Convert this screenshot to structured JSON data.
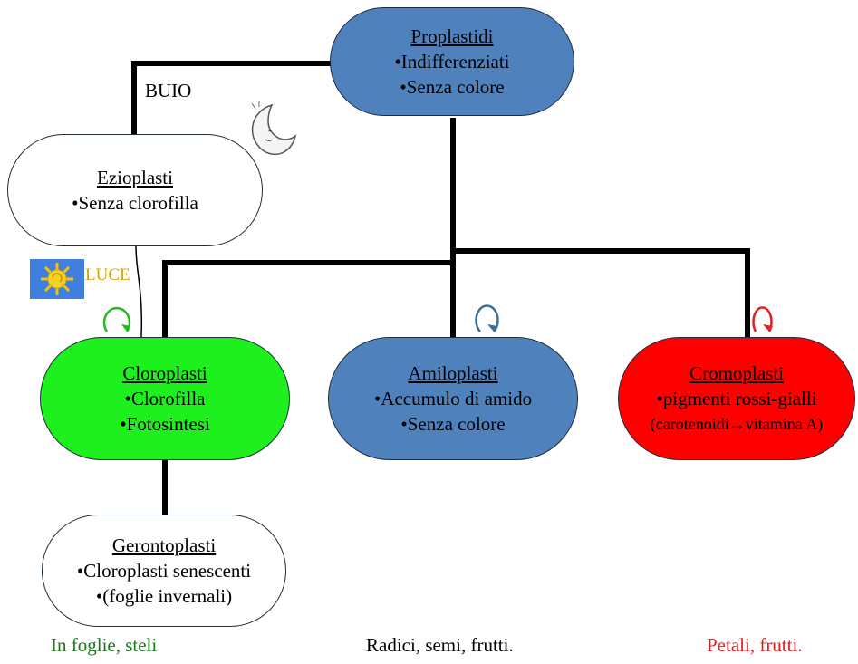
{
  "nodes": {
    "proplastidi": {
      "title": "Proplastidi",
      "line1": "•Indifferenziati",
      "line2": "•Senza colore"
    },
    "ezioplasti": {
      "title": "Ezioplasti",
      "line1": "•Senza clorofilla"
    },
    "cloroplasti": {
      "title": "Cloroplasti",
      "line1": "•Clorofilla",
      "line2": "•Fotosintesi"
    },
    "amiloplasti": {
      "title": "Amiloplasti",
      "line1": "•Accumulo di amido",
      "line2": "•Senza colore"
    },
    "cromoplasti": {
      "title": "Cromoplasti",
      "line1": "•pigmenti rossi-gialli",
      "line2": "(carotenoidi→vitamina A)"
    },
    "gerontoplasti": {
      "title": "Gerontoplasti",
      "line1": "•Cloroplasti senescenti",
      "line2": "•(foglie invernali)"
    }
  },
  "labels": {
    "dark": "BUIO",
    "light": "LUCE"
  },
  "footer": {
    "left": "In foglie, steli",
    "center": "Radici, semi, frutti.",
    "right": "Petali, frutti."
  },
  "colors": {
    "blue": "#4f81bd",
    "green": "#1ef01e",
    "red": "#ff0000",
    "footer_green": "#1a7a1a",
    "footer_red": "#e02020"
  },
  "icons": {
    "night": "moon-icon",
    "day": "sun-icon"
  }
}
